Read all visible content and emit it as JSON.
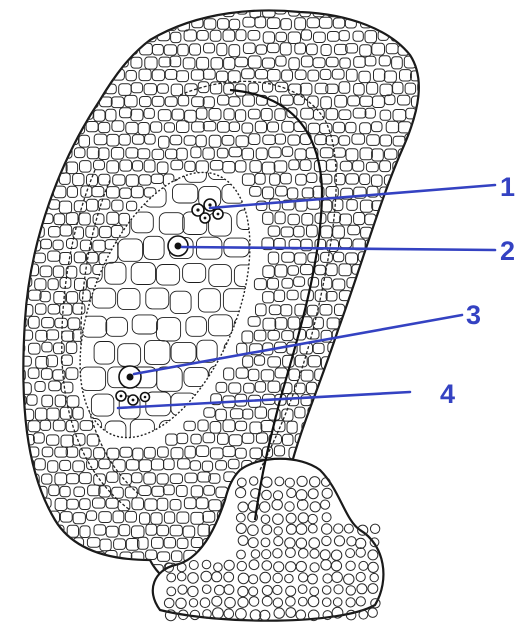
{
  "labels": [
    {
      "id": "label-1",
      "text": "1"
    },
    {
      "id": "label-2",
      "text": "2"
    },
    {
      "id": "label-3",
      "text": "3"
    },
    {
      "id": "label-4",
      "text": "4"
    }
  ],
  "colors": {
    "label": "#3442c2",
    "ink": "#1a1a1a",
    "background": "#ffffff"
  }
}
